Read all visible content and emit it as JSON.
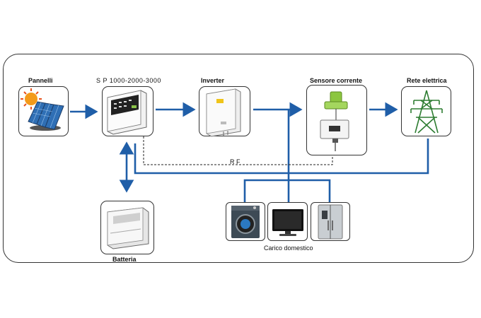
{
  "labels": {
    "panels": "Pannelli",
    "sp": "S P 1000-2000-3000",
    "inverter": "Inverter",
    "sensor": "Sensore corrente",
    "grid": "Rete elettrica",
    "battery": "Batteria",
    "load": "Carico domestico",
    "rf": "R F"
  },
  "colors": {
    "wire": "#1f5ea8",
    "border": "#333333"
  },
  "icons": [
    "solar-panel-icon",
    "storage-unit-icon",
    "inverter-icon",
    "current-sensor-icon",
    "pylon-icon",
    "battery-icon",
    "washing-machine-icon",
    "tv-icon",
    "fridge-icon"
  ]
}
